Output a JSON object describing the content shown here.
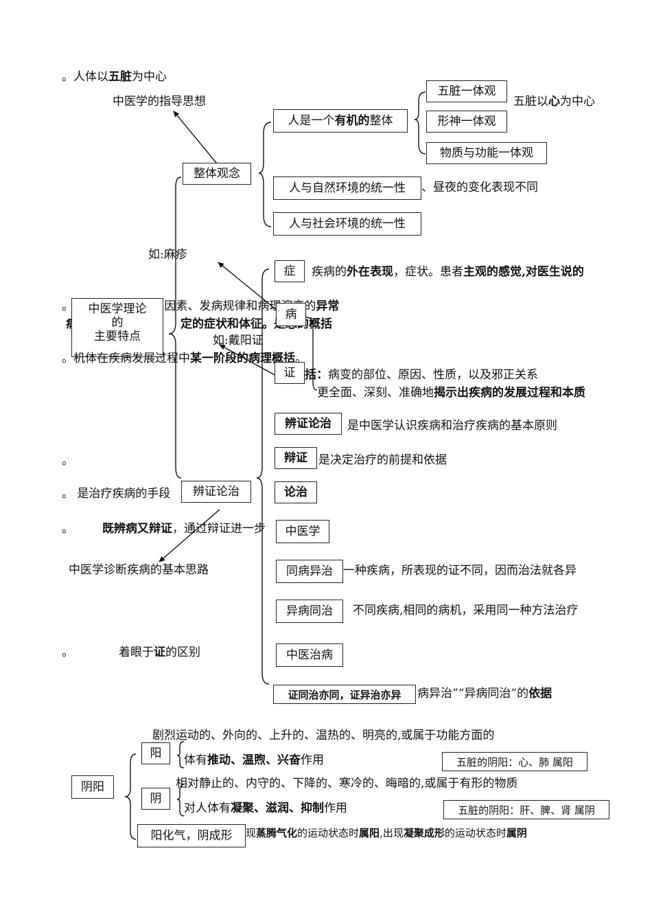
{
  "top": {
    "heart_note": {
      "pre": "。人体以",
      "b": "五脏",
      "post": "为中心"
    },
    "guiding": "中医学的指导思想",
    "wuzang_center": {
      "pre": "五脏以",
      "b": "心",
      "post": "为中心"
    }
  },
  "boxes": {
    "organic": {
      "pre": "人是一个",
      "b": "有机的",
      "post": "整体"
    },
    "wuzang": "五脏一体观",
    "xingshen": "形神一体观",
    "wuzhi": "物质与功能一体观",
    "holism": "整体观念",
    "nature": "人与自然环境的统一性",
    "society": "人与社会环境的统一性",
    "main": [
      "中医学理论",
      "的",
      "主要特点"
    ],
    "zheng_symptom": "症",
    "bing": "病",
    "zheng_syndrome": "证",
    "bianzheng_lunzhi": "辨证论治",
    "bianzheng": "辩证",
    "lunzhi": "论治",
    "bianzheng_lunzhi2": "辨证论治",
    "zhongyixue": "中医学",
    "tongbing": "同病异治",
    "yibing": "异病同治",
    "zhiyi": "中医治病",
    "zhengtong": "证同治亦同，证异治亦异",
    "yin": "阴",
    "yang": "阳",
    "yinyang": "阴阳",
    "yanghua": "阳化气，阴成形",
    "yang_organs": "五脏的阴阳：心、肺 属阳",
    "yin_organs": "五脏的阴阳：肝、脾、肾 属阴"
  },
  "notes": {
    "diurnal": "、昼夜的变化表现不同",
    "measles": "如:麻疹",
    "symptom": {
      "pre": "疾病的",
      "b1": "外在表现",
      "mid": "，症状。患者",
      "b2": "主观的感觉,对医生说的"
    },
    "disease1": {
      "pre": "。  特",
      "mid": "因素、发病规律和病理演变的",
      "b": "异常"
    },
    "disease2": {
      "pre": "病",
      "b": "定的症状和体征",
      "post": "。是总的概括"
    },
    "daiyang": "如:戴阳证",
    "syndrome1": {
      "pre": "。机体在疾病发展过程中",
      "b": "某一阶段的病理概括",
      "post": "。"
    },
    "syndrome2": {
      "b": "括：",
      "post": "病变的部位、原因、性质，以及邪正关系"
    },
    "syndrome3": {
      "pre": "更全面、深刻、准确地",
      "b": "揭示出疾病的发展过程和本质"
    },
    "principle": "是中医学认识疾病和治疗疾病的基本原则",
    "premise": "是决定治疗的前提和依据",
    "dot1": "。",
    "means": "。  是治疗疾病的手段",
    "both": {
      "dot": "。",
      "b": "既辨病又辩证",
      "post": "，通过辩证进一步"
    },
    "diag_path": "中医学诊断疾病的基本思路",
    "tongbing_note": "一种疾病，所表现的证不同，因而治法就各异",
    "yibing_note": "不同疾病,相同的病机，采用同一种方法治疗",
    "focus": {
      "dot": "。",
      "pre": "着眼于",
      "b": "证",
      "post": "的区别"
    },
    "basis": {
      "pre": "病异治”“异病同治”的",
      "b": "依据"
    }
  },
  "yinyang": {
    "yang_def": "剧烈运动的、外向的、上升的、温热的、明亮的,或属于功能方面的",
    "yang_func": {
      "pre": "体有",
      "b": "推动、温煦、兴奋",
      "post": "作用"
    },
    "yin_def": "相对静止的、内守的、下降的、寒冷的、晦暗的,或属于有形的物质",
    "yin_func": {
      "pre": "对人体有",
      "b": "凝聚、滋润、抑制",
      "post": "作用"
    },
    "qi_form": {
      "pre": "现",
      "b1": "蒸腾气化",
      "mid": "的运动状态时",
      "b2": "属阳",
      "mid2": ",出现",
      "b3": "凝聚成形",
      "mid3": "的运动状态时",
      "b4": "属阴"
    }
  }
}
